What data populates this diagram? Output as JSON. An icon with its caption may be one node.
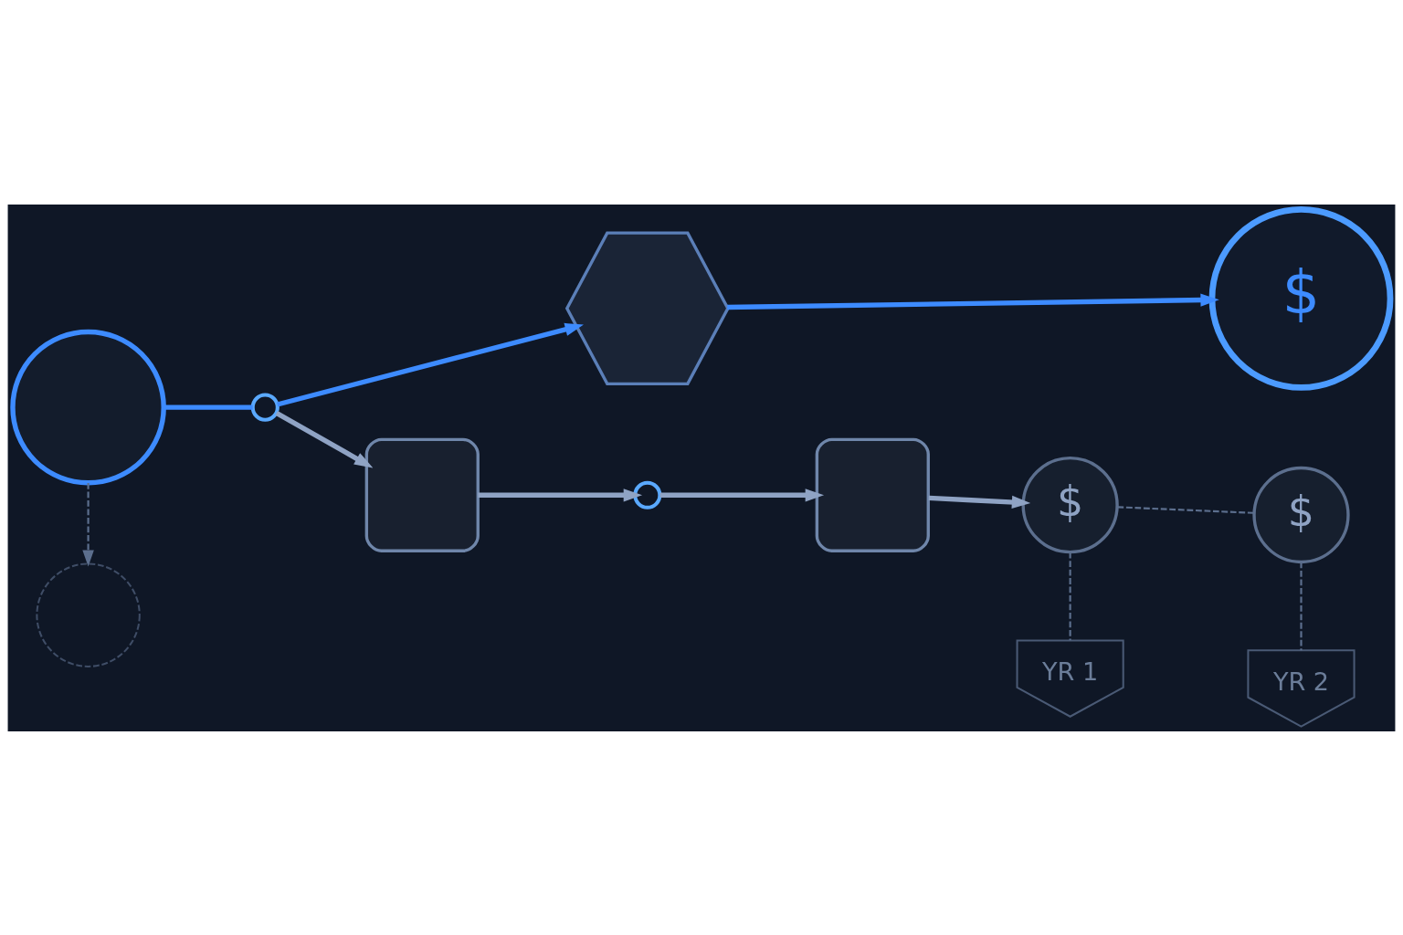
{
  "diagram": {
    "nodes": [
      {
        "text": [],
        "shape": "circle"
      },
      {
        "text": [],
        "shape": "circle"
      },
      {
        "text": [],
        "shape": "hexagon"
      },
      {
        "text": [
          "$"
        ]
      },
      {
        "text": [],
        "shape": "box"
      },
      {
        "text": [],
        "shape": "circle"
      },
      {
        "text": [],
        "shape": "box"
      },
      {
        "text": [
          "$"
        ]
      },
      {
        "text": [
          "$"
        ]
      },
      {
        "text": [],
        "shape": "circle"
      },
      {
        "text": [
          "YR 1"
        ]
      },
      {
        "text": [
          "YR 2"
        ]
      }
    ],
    "edges": [
      {
        "from": 0,
        "to": 1,
        "arrow": "none",
        "color": "#3d8bff"
      },
      {
        "from": 1,
        "to": 2,
        "arrow": "to",
        "color": "#3d8bff"
      },
      {
        "from": 2,
        "to": 3,
        "arrow": "to",
        "color": "#3d8bff"
      },
      {
        "from": 1,
        "to": 4,
        "arrow": "to"
      },
      {
        "from": 4,
        "to": 5,
        "arrow": "to"
      },
      {
        "from": 5,
        "to": 6,
        "arrow": "to"
      },
      {
        "from": 6,
        "to": 7,
        "arrow": "to"
      },
      {
        "from": 7,
        "to": 8,
        "arrow": "none",
        "style": "dashed"
      },
      {
        "from": 0,
        "to": 9,
        "arrow": "to",
        "style": "dashed"
      },
      {
        "from": 7,
        "to": 10,
        "arrow": "none",
        "style": "dashed"
      },
      {
        "from": 8,
        "to": 11,
        "arrow": "none",
        "style": "dashed"
      }
    ]
  }
}
